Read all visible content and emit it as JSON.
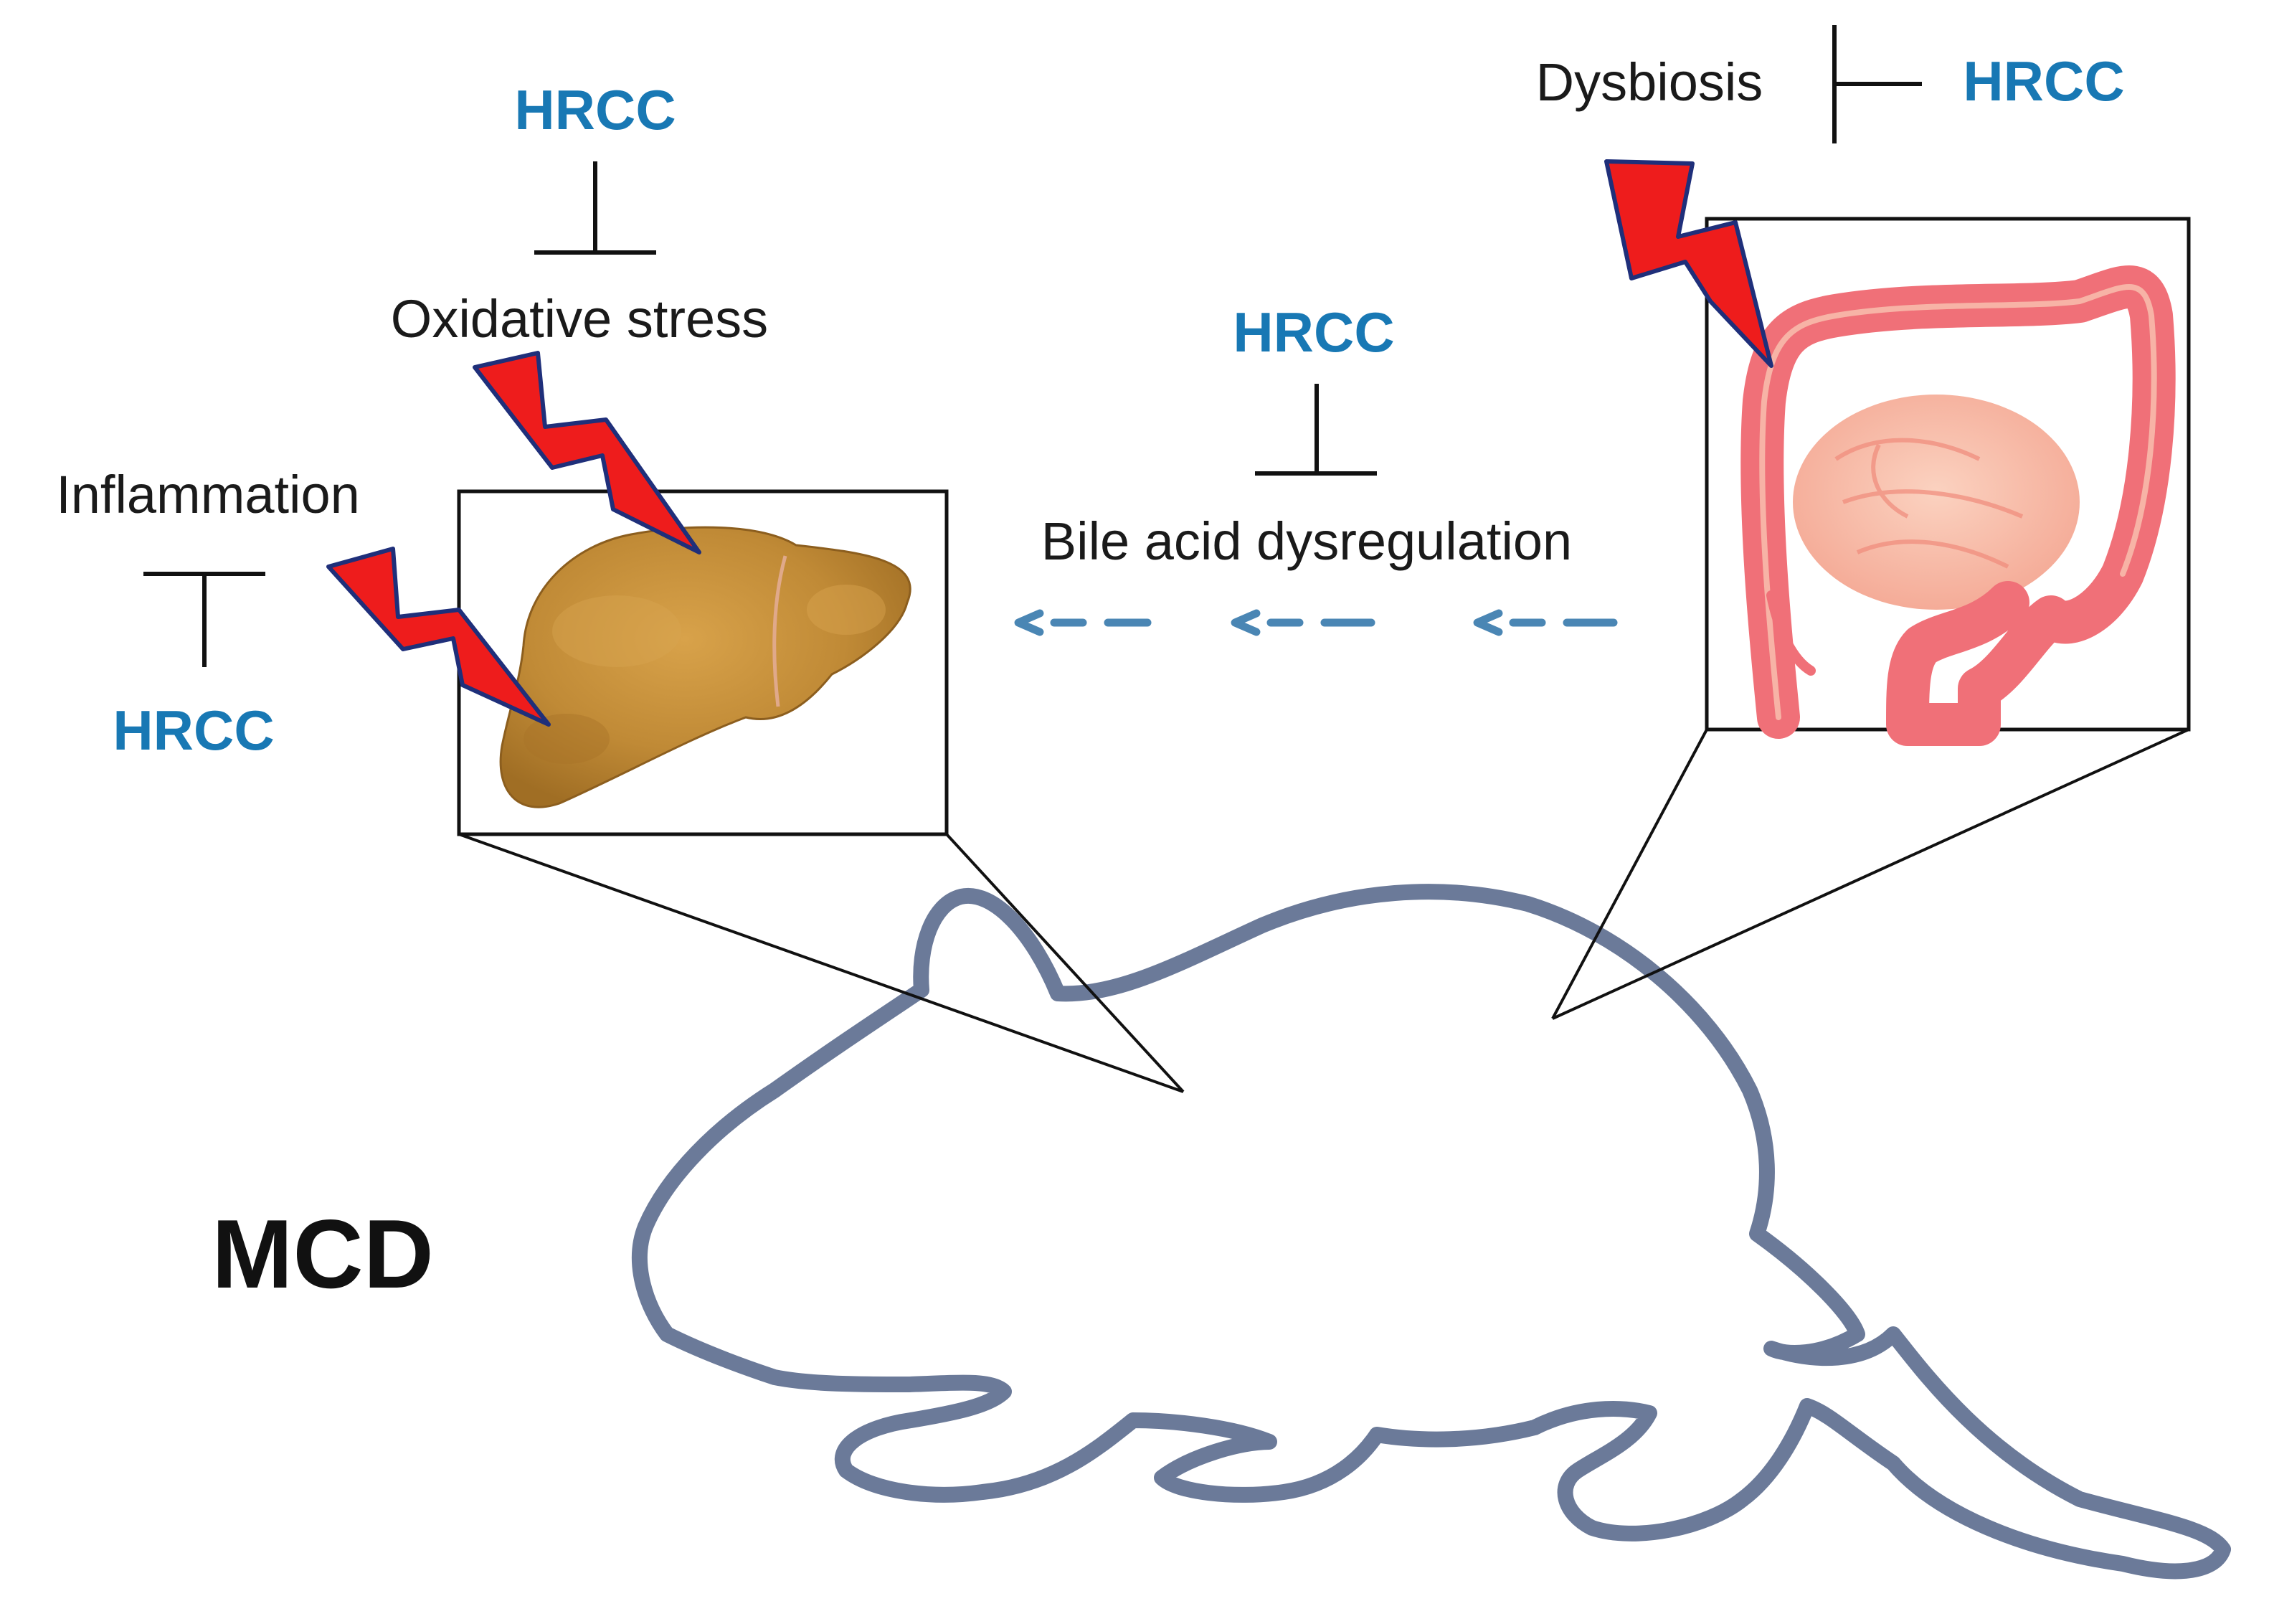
{
  "labels": {
    "oxidative_stress": "Oxidative stress",
    "inflammation": "Inflammation",
    "bile_acid": "Bile acid dysregulation",
    "dysbiosis": "Dysbiosis",
    "model": "MCD"
  },
  "inhibitor": "HRCC",
  "colors": {
    "inhibitor_text": "#1878b4",
    "mouse_outline": "#6b7a99",
    "arrow": "#4a86b4",
    "lightning_fill": "#ee1c1c",
    "lightning_edge": "#1f2f7a",
    "liver": "#c08a36",
    "intestine": "#ee6f74"
  },
  "icons": {
    "liver": "liver-icon",
    "intestine": "intestine-icon",
    "lightning": "lightning-bolt-icon",
    "mouse": "mouse-outline-icon",
    "arrow": "dashed-arrow-left-icon",
    "inhibition": "inhibition-t-bar-icon"
  }
}
